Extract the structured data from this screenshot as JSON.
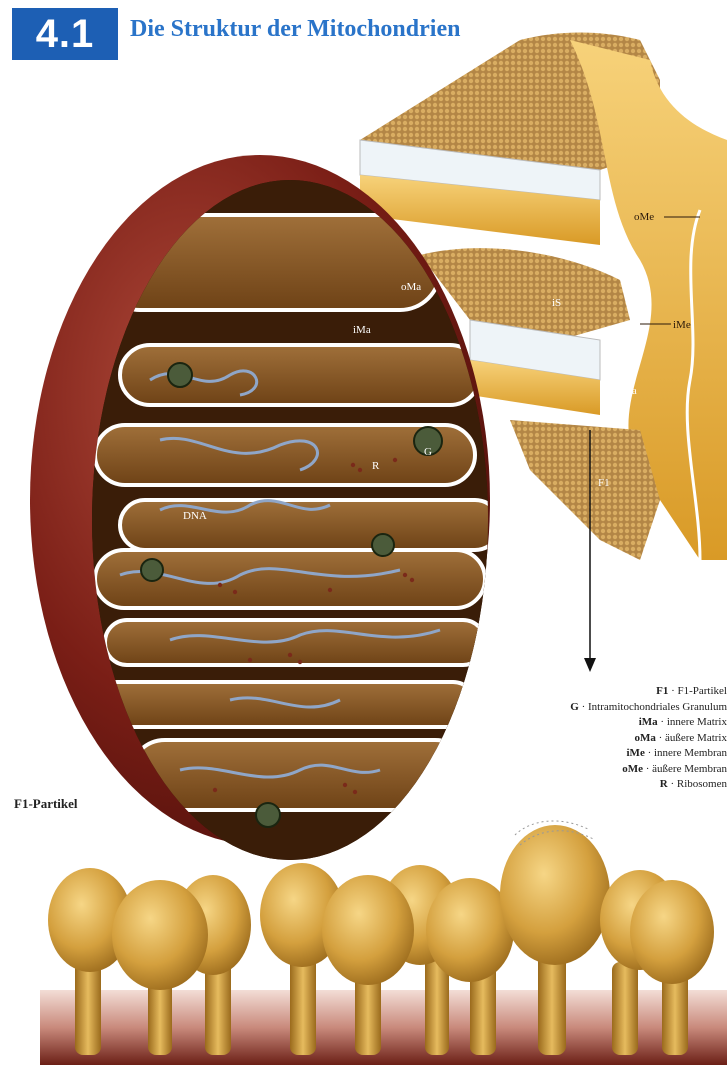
{
  "header": {
    "section_number": "4.1",
    "title": "Die Struktur der Mitochondrien"
  },
  "labels": {
    "oMa": "oMa",
    "iMa": "iMa",
    "dna": "DNA",
    "r": "R",
    "g": "G",
    "oMe": "oMe",
    "iMe": "iMe",
    "is": "iS",
    "iMa_right": "iMa",
    "f1": "F1"
  },
  "legend": [
    {
      "abbr": "F1",
      "text": "· F1-Partikel"
    },
    {
      "abbr": "G",
      "text": "· Intramitochondriales Granulum"
    },
    {
      "abbr": "iMa",
      "text": "· innere Matrix"
    },
    {
      "abbr": "oMa",
      "text": "· äußere Matrix"
    },
    {
      "abbr": "iMe",
      "text": "· innere Membran"
    },
    {
      "abbr": "oMe",
      "text": "· äußere Membran"
    },
    {
      "abbr": "R",
      "text": "· Ribosomen"
    }
  ],
  "bottom_panel": {
    "label": "F1-Partikel"
  },
  "colors": {
    "badge": "#1d5fb4",
    "title": "#2a74c9",
    "outer": "#7a1e16",
    "cristae": "#f2c14e",
    "matrix": "#8a5a2a"
  }
}
